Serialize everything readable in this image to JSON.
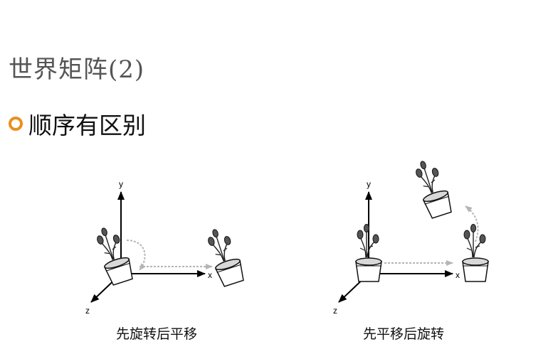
{
  "slide": {
    "title": "世界矩阵(2)",
    "bullet": "顺序有区别"
  },
  "figures": [
    {
      "caption": "先旋转后平移",
      "axis_x": "x",
      "axis_y": "y",
      "axis_z": "z"
    },
    {
      "caption": "先平移后旋转",
      "axis_x": "x",
      "axis_y": "y",
      "axis_z": "z"
    }
  ],
  "colors": {
    "accent": "#e9901f",
    "text": "#111111",
    "title": "#555555",
    "guide": "#9a9a9a"
  }
}
